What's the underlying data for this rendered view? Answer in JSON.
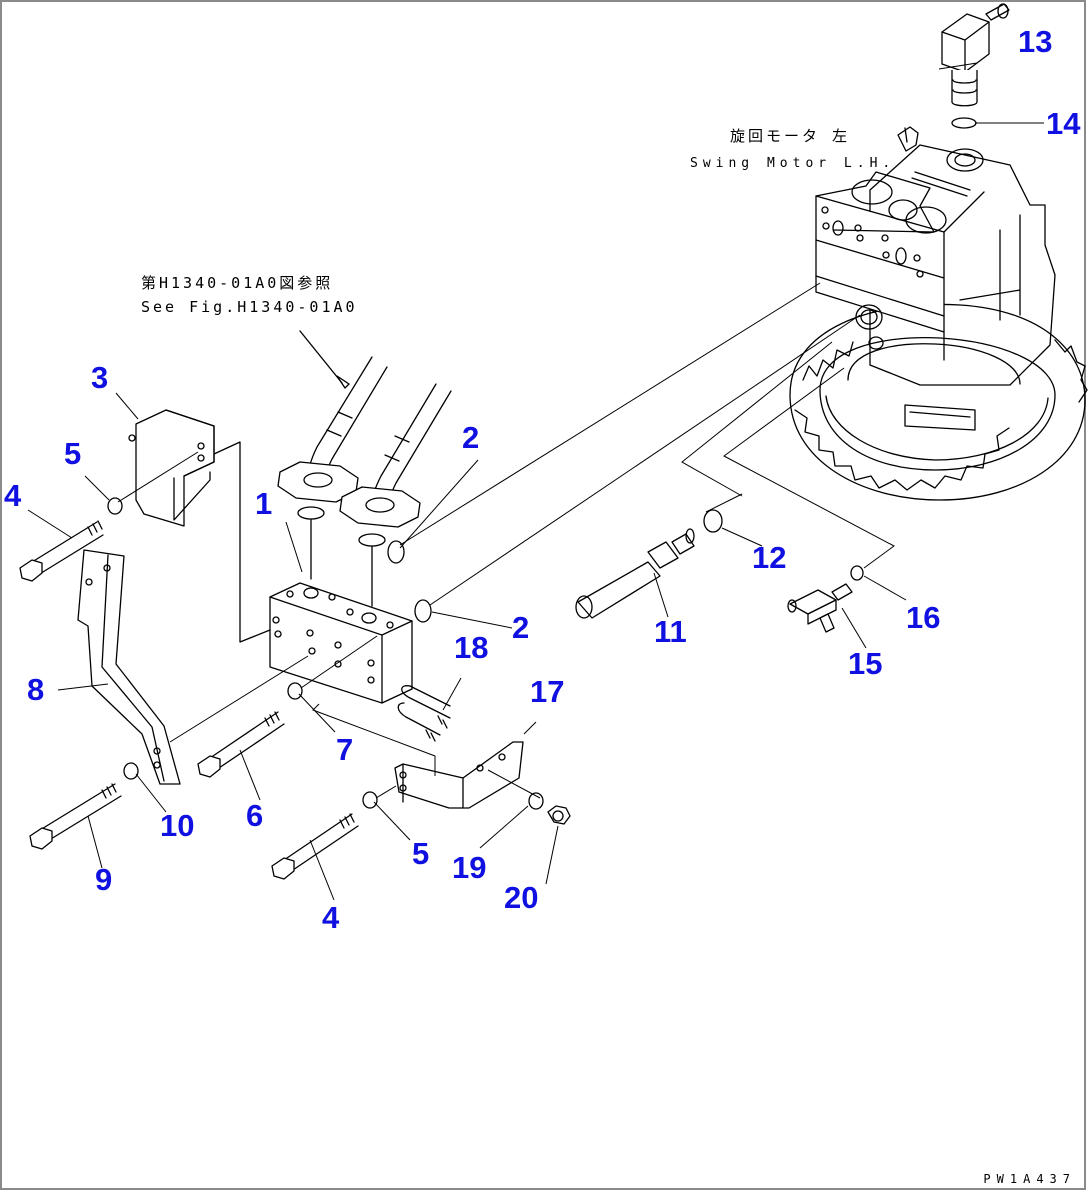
{
  "drawing": {
    "number": "PW1A437",
    "ink_color": "#000000",
    "callout_color": "#1010e0",
    "frame_color": "#8a8a8a"
  },
  "notes": {
    "swing_motor_jp": "旋回モータ 左",
    "swing_motor_en": "Swing Motor L.H.",
    "ref_jp": "第H1340-01A0図参照",
    "ref_en": "See Fig.H1340-01A0"
  },
  "callouts": [
    {
      "id": "c1",
      "label": "1",
      "part": "valve-block"
    },
    {
      "id": "c2a",
      "label": "2",
      "part": "o-ring-upper"
    },
    {
      "id": "c2b",
      "label": "2",
      "part": "o-ring-lower"
    },
    {
      "id": "c3",
      "label": "3",
      "part": "bracket-cover"
    },
    {
      "id": "c4a",
      "label": "4",
      "part": "bolt-upper-left"
    },
    {
      "id": "c4b",
      "label": "4",
      "part": "bolt-lower"
    },
    {
      "id": "c5a",
      "label": "5",
      "part": "washer-upper"
    },
    {
      "id": "c5b",
      "label": "5",
      "part": "washer-lower"
    },
    {
      "id": "c6",
      "label": "6",
      "part": "bolt"
    },
    {
      "id": "c7",
      "label": "7",
      "part": "washer"
    },
    {
      "id": "c8",
      "label": "8",
      "part": "bracket-long"
    },
    {
      "id": "c9",
      "label": "9",
      "part": "bolt"
    },
    {
      "id": "c10",
      "label": "10",
      "part": "washer"
    },
    {
      "id": "c11",
      "label": "11",
      "part": "fitting"
    },
    {
      "id": "c12",
      "label": "12",
      "part": "o-ring"
    },
    {
      "id": "c13",
      "label": "13",
      "part": "elbow-fitting"
    },
    {
      "id": "c14",
      "label": "14",
      "part": "o-ring"
    },
    {
      "id": "c15",
      "label": "15",
      "part": "elbow"
    },
    {
      "id": "c16",
      "label": "16",
      "part": "o-ring"
    },
    {
      "id": "c17",
      "label": "17",
      "part": "bracket"
    },
    {
      "id": "c18",
      "label": "18",
      "part": "u-bolt"
    },
    {
      "id": "c19",
      "label": "19",
      "part": "washer"
    },
    {
      "id": "c20",
      "label": "20",
      "part": "nut"
    }
  ]
}
